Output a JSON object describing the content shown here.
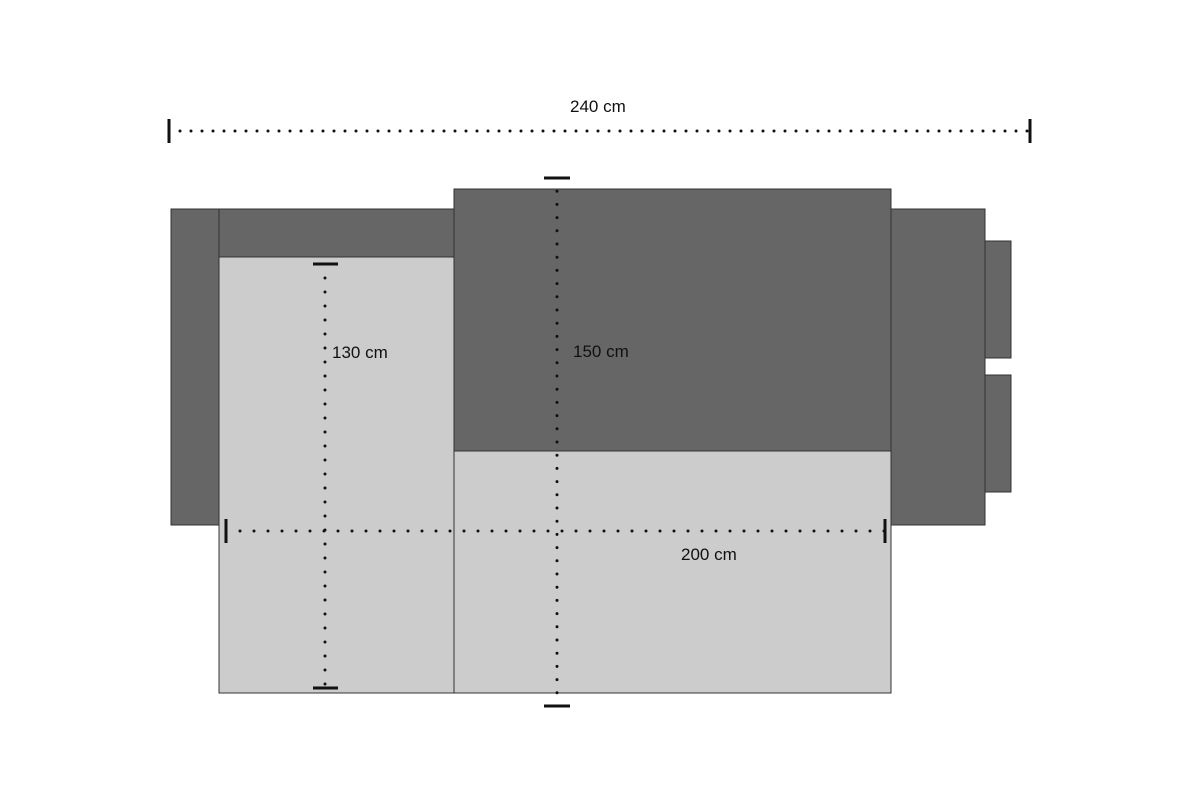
{
  "dimensions": {
    "overall_width": "240 cm",
    "chaise_length": "130 cm",
    "depth": "150 cm",
    "bed_width": "200 cm"
  },
  "colors": {
    "upholstery": "#666666",
    "surface": "#cccccc",
    "outline": "#333333",
    "dimension_line": "#111111",
    "background": "#ffffff"
  }
}
